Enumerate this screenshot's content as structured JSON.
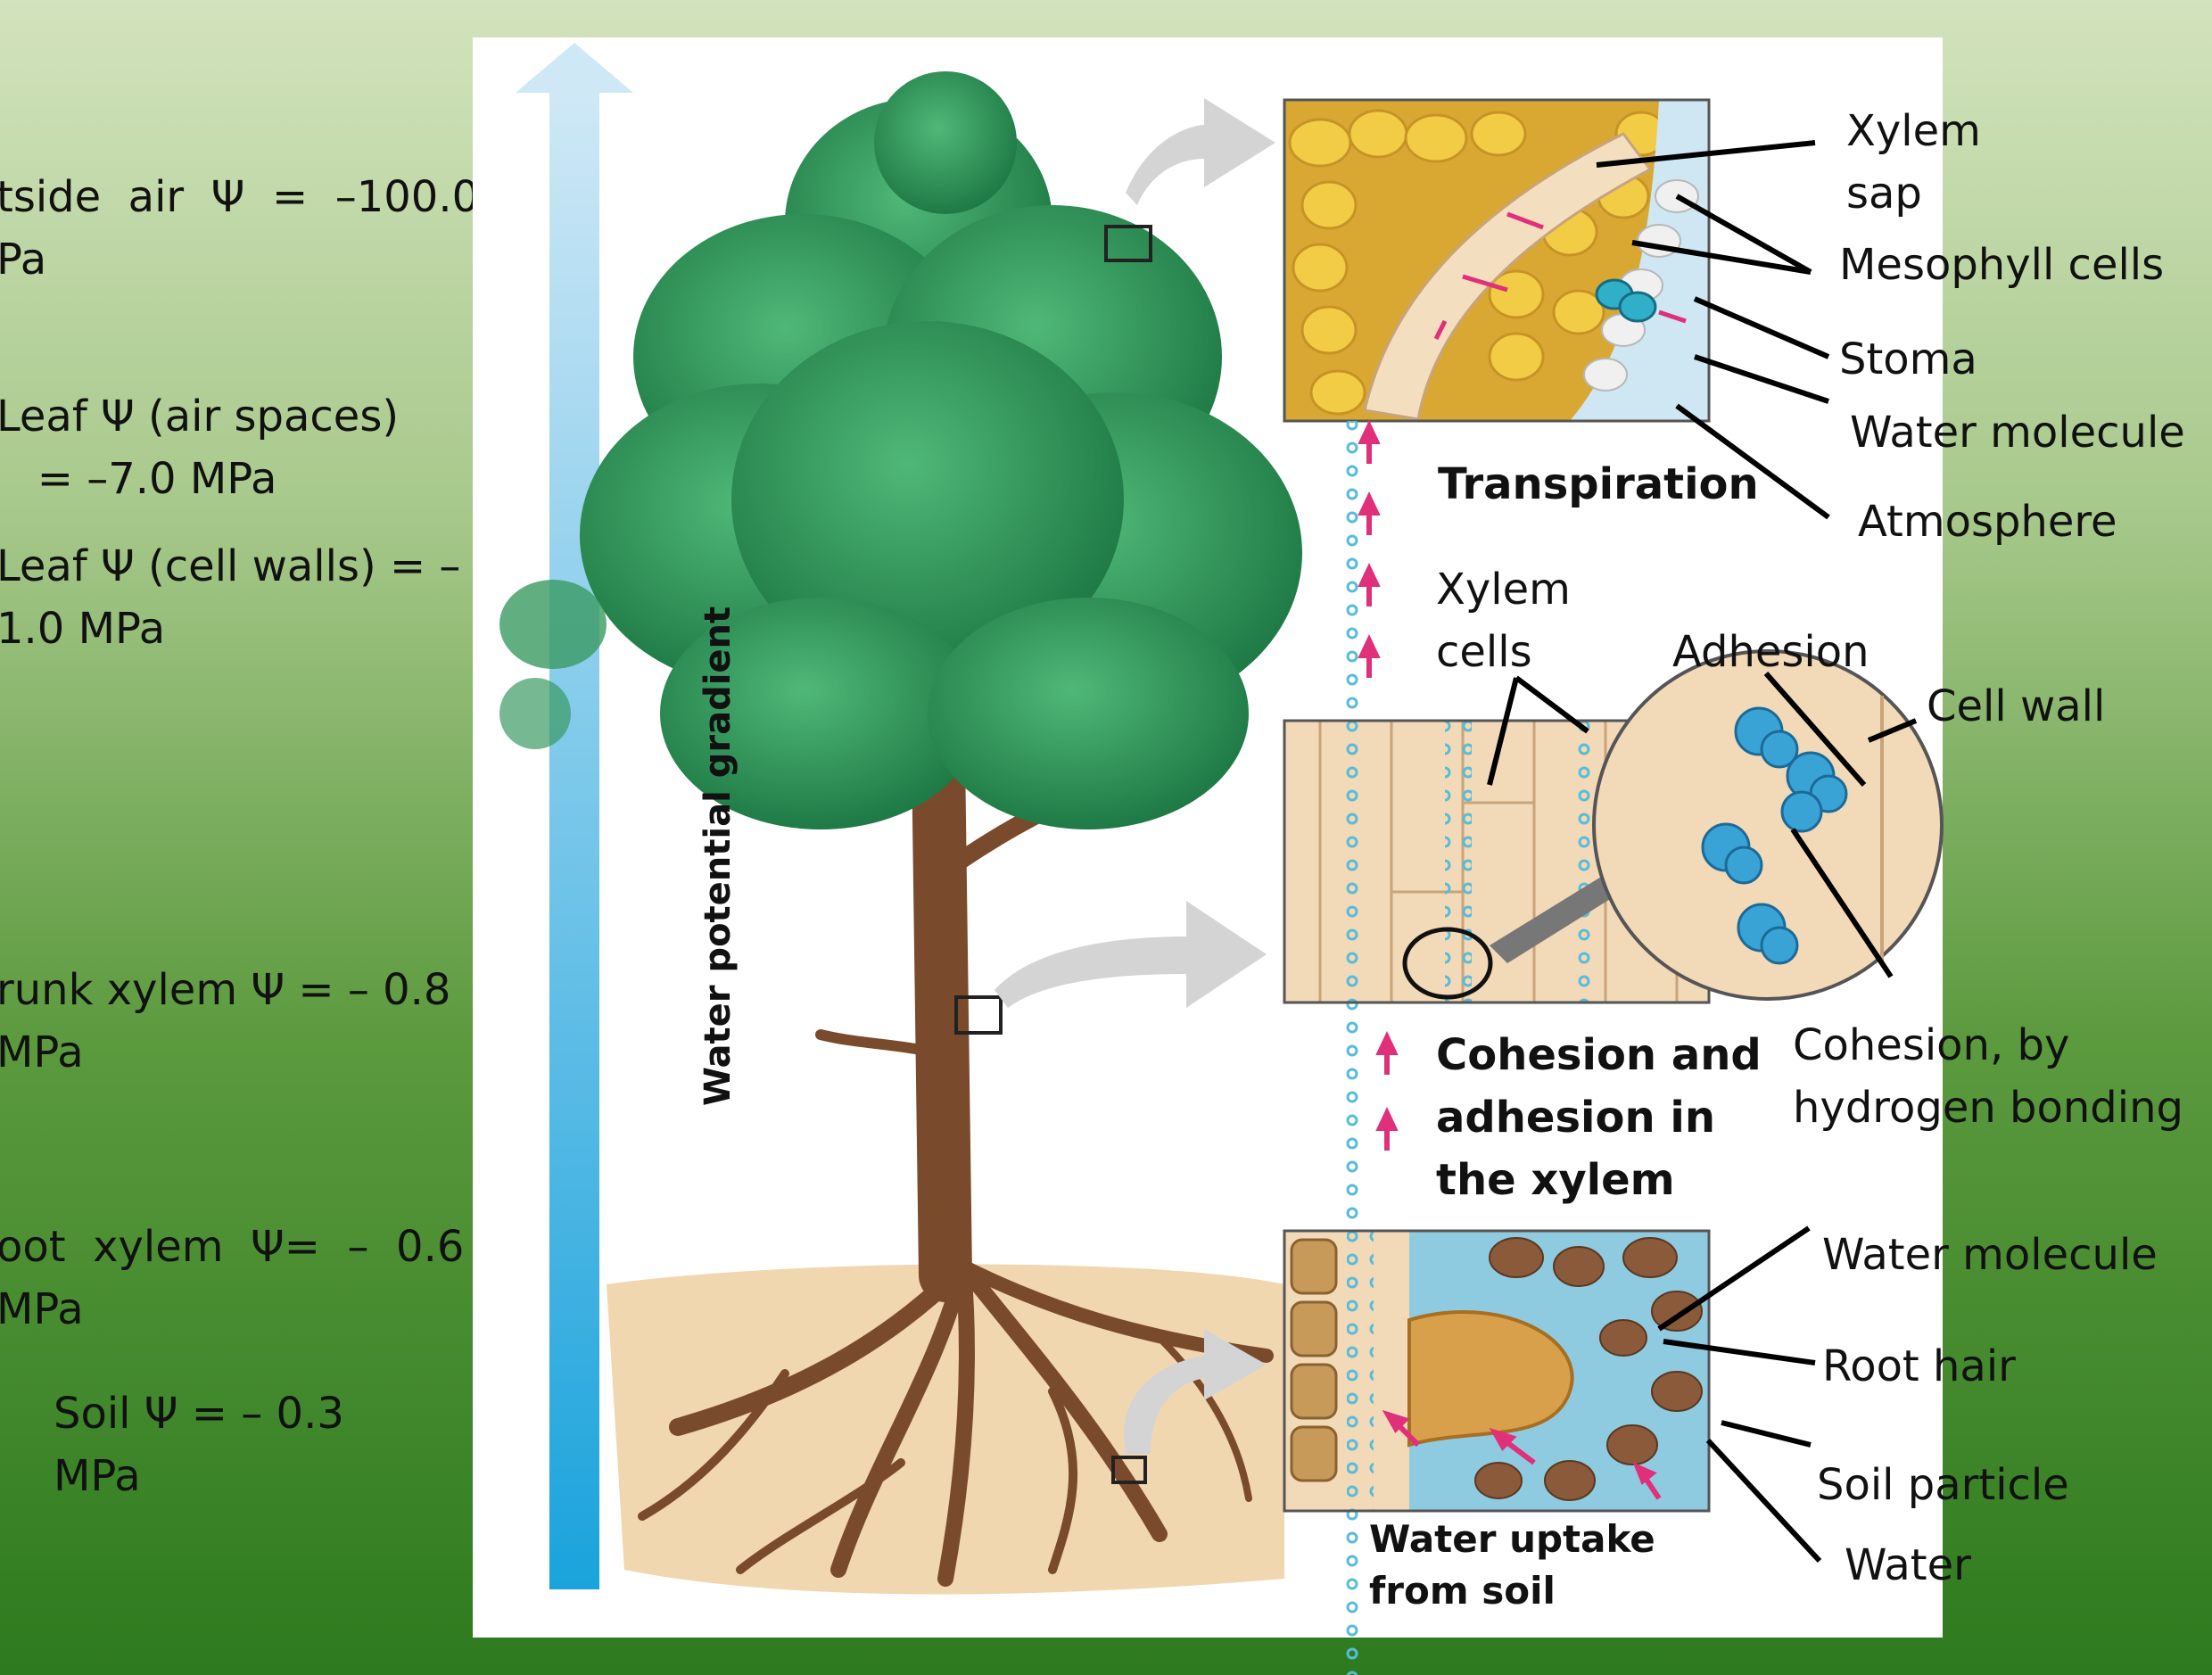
{
  "side_labels": {
    "outside_air": "tside  air  Ψ  =  –100.0\nPa",
    "leaf_air": "Leaf Ψ (air spaces)\n   = –7.0 MPa",
    "leaf_walls": "Leaf Ψ (cell walls) = –\n1.0 MPa",
    "trunk": "runk xylem Ψ = – 0.8\nMPa",
    "root": "oot  xylem  Ψ=  –  0.6\nMPa",
    "soil": "Soil Ψ = – 0.3\nMPa"
  },
  "gradient_label": "Water potential gradient",
  "sections": {
    "transpiration": "Transpiration",
    "cohesion": "Cohesion and\nadhesion in\nthe xylem",
    "uptake": "Water uptake\nfrom soil"
  },
  "callouts": {
    "xylem_sap": "Xylem\nsap",
    "mesophyll": "Mesophyll cells",
    "stoma": "Stoma",
    "water_molecule_top": "Water molecule",
    "atmosphere": "Atmosphere",
    "xylem_cells": "Xylem\ncells",
    "adhesion": "Adhesion",
    "cell_wall": "Cell wall",
    "cohesion_bonding": "Cohesion, by\nhydrogen bonding",
    "water_molecule_bottom": "Water molecule",
    "root_hair": "Root hair",
    "soil_particle": "Soil particle",
    "water": "Water"
  },
  "colors": {
    "background_top": "#d3e3bd",
    "background_bottom": "#2e7a1e",
    "gradient_arrow": "#3aaee0",
    "foliage": "#2f9a5a",
    "trunk": "#7a4a2c",
    "soil": "#f0d7b0",
    "leaf_cells": "#e0b73a",
    "xylem": "#f2d9b8",
    "water_dot": "#7fd0e6",
    "flow_arrow": "#e0307a"
  }
}
